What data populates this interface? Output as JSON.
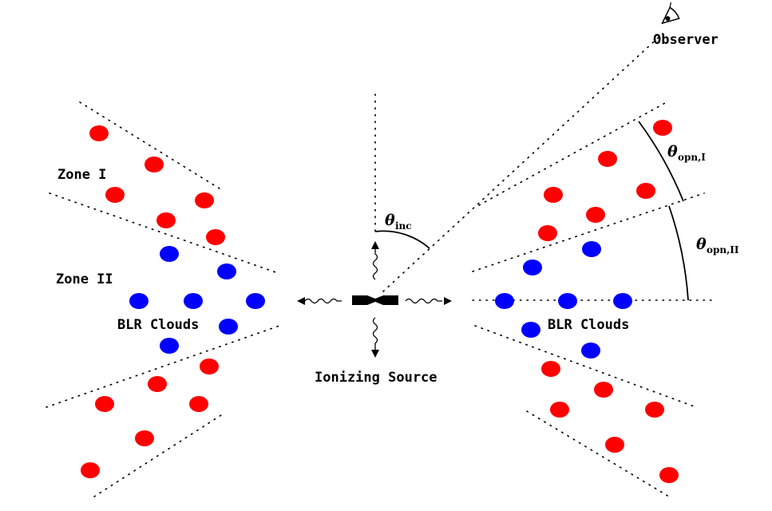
{
  "labels": {
    "observer": "Observer",
    "zone1": "Zone I",
    "zone2": "Zone II",
    "blr_left": "BLR Clouds",
    "blr_right": "BLR Clouds",
    "source": "Ionizing Source"
  },
  "angles": {
    "inc_symbol": "θ",
    "inc_sub": "inc",
    "opn1_symbol": "θ",
    "opn1_sub": "opn,I",
    "opn2_symbol": "θ",
    "opn2_sub": "opn,II"
  },
  "colors": {
    "zone1_cloud": "#ff0000",
    "zone2_cloud": "#0000ff",
    "line": "#000000"
  },
  "icons": [
    "eye-icon"
  ]
}
